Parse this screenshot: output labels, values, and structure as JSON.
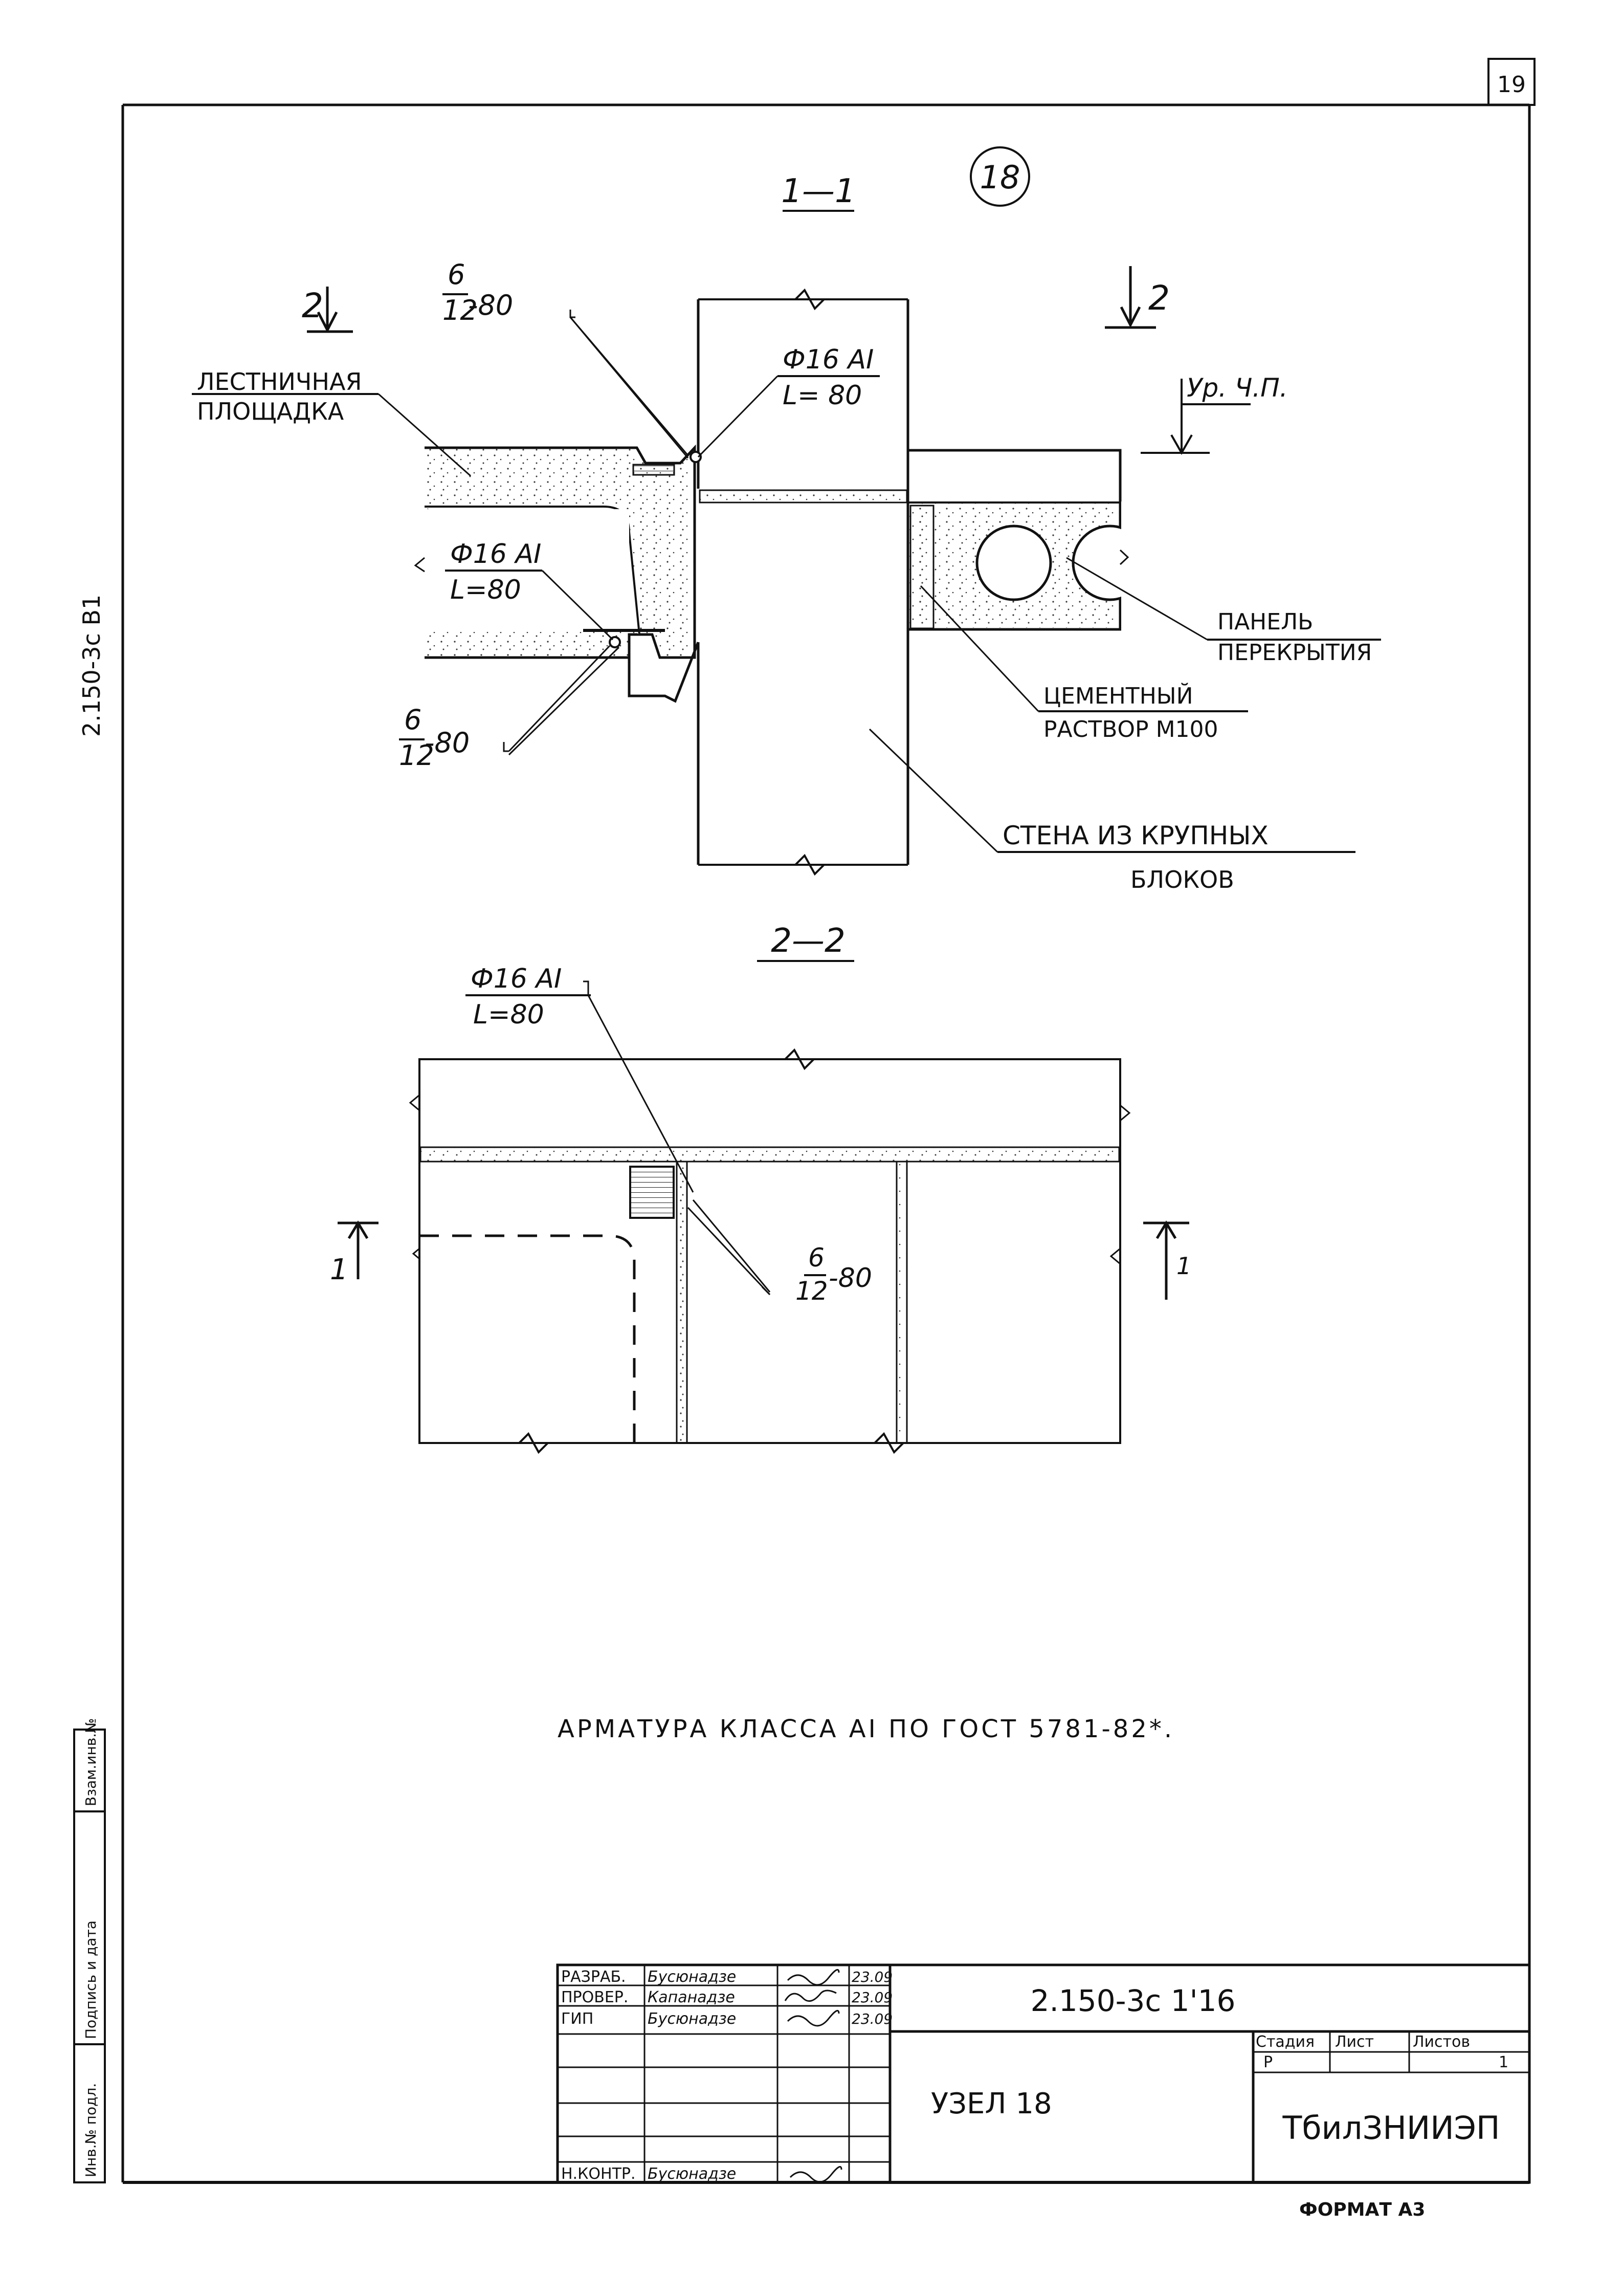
{
  "sheet": {
    "corner_sheet_number": "19",
    "side_code": "2.150-3с В1",
    "format_label": "ФОРМАТ А3",
    "node_number": "18",
    "note": "АРМАТУРА КЛАССА АI ПО ГОСТ 5781-82*."
  },
  "section_1": {
    "title": "1—1",
    "cut_left": "2",
    "cut_right": "2",
    "level_label": "Ур. Ч.П.",
    "rebar_top": {
      "dia": "Ф16 АI",
      "length": "L= 80"
    },
    "rebar_bottom": {
      "dia": "Ф16 АI",
      "length": "L=80"
    },
    "weld_top": {
      "num": "6",
      "den": "12",
      "len": "-80"
    },
    "weld_bottom": {
      "num": "6",
      "den": "12",
      "len": "-80"
    },
    "label_landing": [
      "ЛЕСТНИЧНАЯ",
      "ПЛОЩАДКА"
    ],
    "label_panel": [
      "ПАНЕЛЬ",
      "ПЕРЕКРЫТИЯ"
    ],
    "label_mortar": [
      "ЦЕМЕНТНЫЙ",
      "РАСТВОР М100"
    ],
    "label_wall": [
      "СТЕНА ИЗ КРУПНЫХ",
      "БЛОКОВ"
    ]
  },
  "section_2": {
    "title": "2—2",
    "cut_left": "1",
    "cut_right": "1",
    "rebar": {
      "dia": "Ф16 АI",
      "length": "L=80"
    },
    "weld": {
      "num": "6",
      "den": "12",
      "len": "-80"
    }
  },
  "title_block": {
    "roles": [
      "РАЗРАБ.",
      "ПРОВЕР.",
      "ГИП",
      "",
      "",
      "Н.КОНТР."
    ],
    "names": [
      "Бусюнадзе",
      "Капанадзе",
      "Бусюнадзе",
      "",
      "",
      "Бусюнадзе"
    ],
    "dates": [
      "23.09",
      "23.09",
      "23.09",
      "",
      "",
      ""
    ],
    "document_code": "2.150-3с 1'16",
    "drawing_title": "УЗЕЛ 18",
    "stage_header": "Стадия",
    "sheet_header": "Лист",
    "sheets_header": "Листов",
    "stage": "Р",
    "sheet": "",
    "sheets": "1",
    "organization": "ТбилЗНИИЭП"
  },
  "side_stamp": [
    "Инв.№ подл.",
    "Подпись и дата",
    "Взам.инв.№"
  ]
}
